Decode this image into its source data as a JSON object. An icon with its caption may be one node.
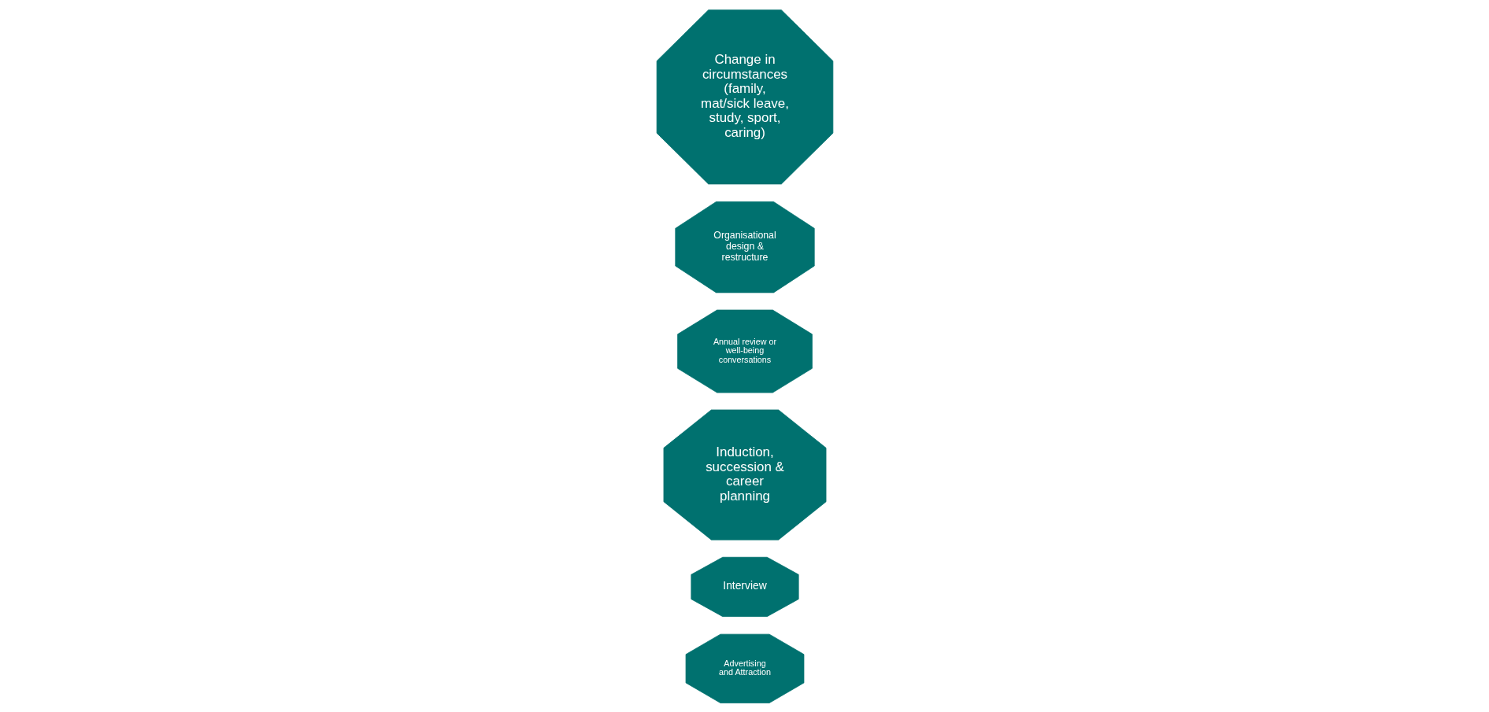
{
  "diagram": {
    "nodes": [
      {
        "text": [
          "Advertising and Attraction"
        ]
      },
      {
        "text": [
          "Interview"
        ]
      },
      {
        "text": [
          "Induction, succession & career planning"
        ]
      },
      {
        "text": [
          "Annual review or well-being conversations"
        ]
      },
      {
        "text": [
          "Organisational design & restructure"
        ]
      },
      {
        "text": [
          "Change in circumstances (family, mat/sick leave, study, sport, caring)"
        ]
      }
    ]
  }
}
